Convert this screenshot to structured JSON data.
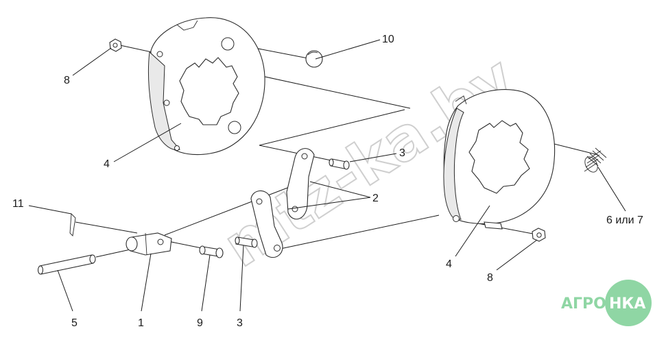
{
  "watermark": "mtz-ka.by",
  "brand_logo": {
    "left": "АГРО",
    "right": "НКА"
  },
  "callouts": {
    "c1": "1",
    "c2": "2",
    "c3a": "3",
    "c3b": "3",
    "c4a": "4",
    "c4b": "4",
    "c5": "5",
    "c6": "6 или 7",
    "c8a": "8",
    "c8b": "8",
    "c9": "9",
    "c10": "10",
    "c11": "11"
  },
  "colors": {
    "line": "#2a2a2a",
    "logo": "#8fd6a4",
    "watermark": "#cfcfcf"
  }
}
